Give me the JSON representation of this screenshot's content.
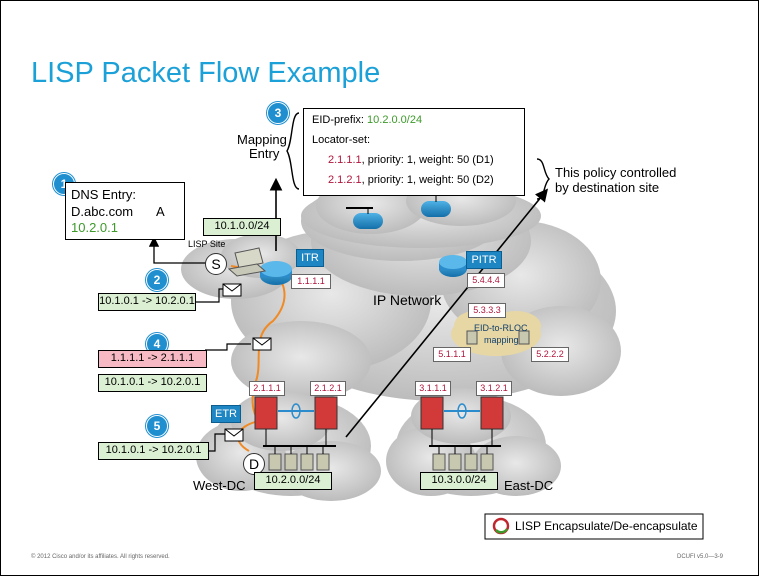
{
  "title": "LISP Packet Flow Example",
  "steps": [
    "1",
    "2",
    "3",
    "4",
    "5"
  ],
  "dns_entry": {
    "heading": "DNS Entry:",
    "host": "D.abc.com",
    "record": "A",
    "address": "10.2.0.1"
  },
  "mapping_entry": {
    "label_line1": "Mapping",
    "label_line2": "Entry",
    "eid_prefix_label": "EID-prefix:",
    "eid_prefix_value": "10.2.0.0/24",
    "locator_set_label": "Locator-set:",
    "locators": [
      {
        "ip": "2.1.1.1",
        "detail": ", priority: 1, weight: 50 (D1)"
      },
      {
        "ip": "2.1.2.1",
        "detail": ", priority: 1, weight: 50 (D2)"
      }
    ]
  },
  "policy_note": {
    "line1": "This policy controlled",
    "line2": "by destination site"
  },
  "lisp_site": {
    "label": "LISP Site",
    "prefix": "10.1.0.0/24",
    "source_marker": "S"
  },
  "itr": {
    "tag": "ITR",
    "rloc": "1.1.1.1"
  },
  "pitr": {
    "tag": "PITR",
    "rloc": "5.4.4.4"
  },
  "ip_network_label": "IP Network",
  "mapping_system": {
    "label_line1": "EID-to-RLOC",
    "label_line2": "mapping",
    "rlocs": [
      "5.3.3.3",
      "5.1.1.1",
      "5.2.2.2"
    ]
  },
  "packets": {
    "step2": "10.1.0.1 -> 10.2.0.1",
    "step4_outer": "1.1.1.1 -> 2.1.1.1",
    "step4_inner": "10.1.0.1 -> 10.2.0.1",
    "step5": "10.1.0.1 -> 10.2.0.1"
  },
  "west_dc": {
    "label": "West-DC",
    "etr_tag": "ETR",
    "rlocs": [
      "2.1.1.1",
      "2.1.2.1"
    ],
    "prefix": "10.2.0.0/24",
    "dest_marker": "D"
  },
  "east_dc": {
    "label": "East-DC",
    "rlocs": [
      "3.1.1.1",
      "3.1.2.1"
    ],
    "prefix": "10.3.0.0/24"
  },
  "legend": {
    "label": "LISP Encapsulate/De-encapsulate"
  },
  "footer": {
    "left": "© 2012 Cisco and/or its affiliates. All rights reserved.",
    "right": "DCUFI v5.0—3-9"
  },
  "colors": {
    "title": "#1ba0d7",
    "step_badge": "#1f8fd0",
    "green_text": "#3d9a2a",
    "red_text": "#b0153c",
    "packet_green": "#dbf0d3",
    "packet_pink": "#f7b9c3",
    "path": "#f08a24"
  }
}
